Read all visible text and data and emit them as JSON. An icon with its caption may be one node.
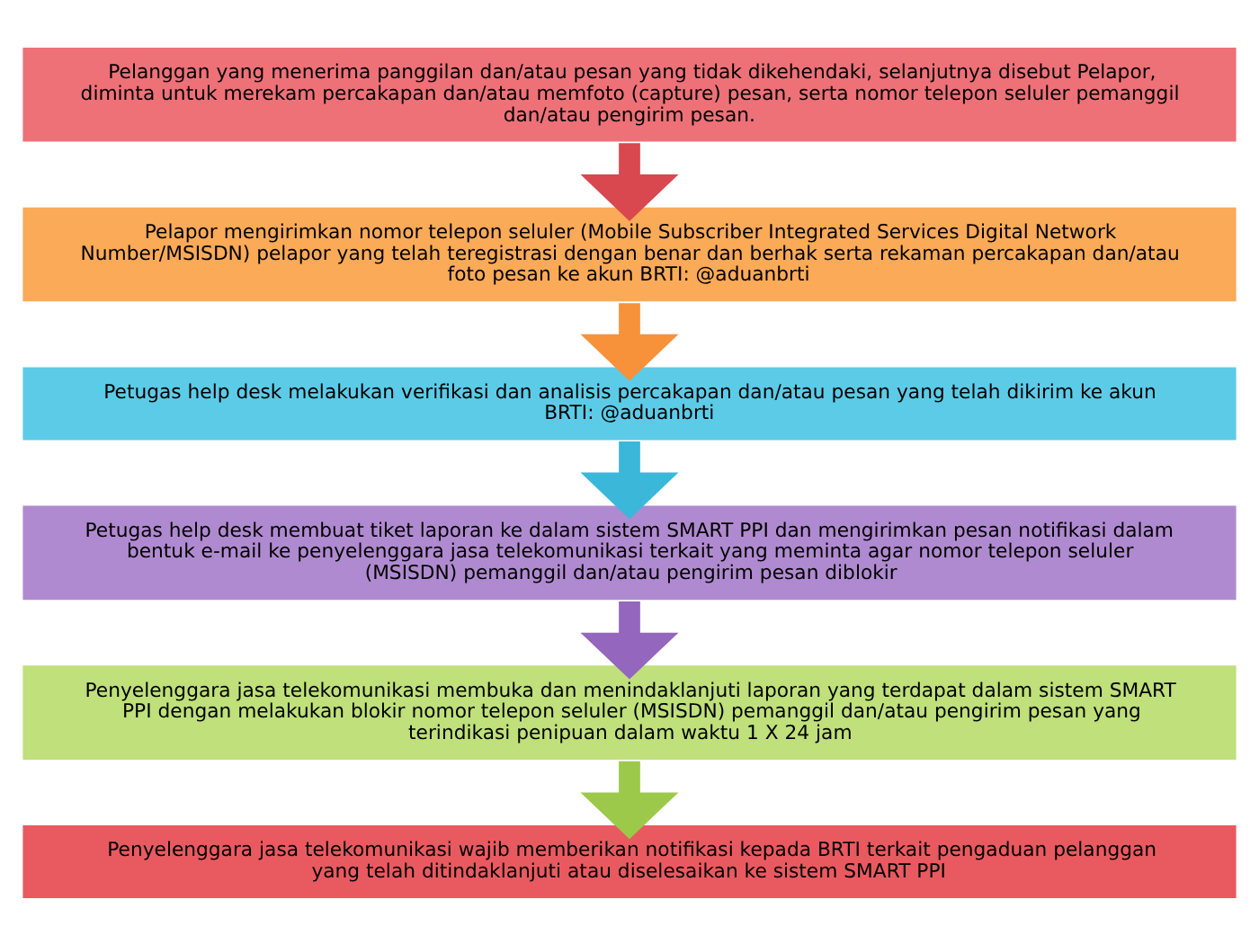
{
  "diagram": {
    "nodes": [
      {
        "text": [
          "Pelanggan yang menerima panggilan dan/atau pesan yang tidak dikehendaki, selanjutnya disebut Pelapor, diminta untuk merekam percakapan dan/atau memfoto (capture) pesan, serta nomor telepon seluler pemanggil dan/atau pengirim pesan."
        ]
      },
      {
        "text": [
          "Pelapor mengirimkan nomor telepon seluler (Mobile Subscriber Integrated Services Digital Network Number/MSISDN) pelapor yang telah teregistrasi dengan benar dan berhak serta rekaman percakapan dan/atau foto pesan ke akun BRTI: @aduanbrti"
        ]
      },
      {
        "text": [
          "Petugas help desk melakukan verifikasi dan analisis percakapan dan/atau pesan yang telah dikirim ke akun BRTI: @aduanbrti"
        ]
      },
      {
        "text": [
          "Petugas help desk membuat tiket laporan ke dalam sistem SMART PPI dan mengirimkan pesan notifikasi dalam bentuk e-mail ke penyelenggara jasa telekomunikasi terkait yang meminta agar nomor telepon seluler (MSISDN) pemanggil dan/atau pengirim pesan diblokir"
        ]
      },
      {
        "text": [
          "Penyelenggara jasa telekomunikasi membuka dan menindaklanjuti laporan yang terdapat dalam sistem SMART PPI dengan melakukan blokir nomor telepon seluler (MSISDN) pemanggil dan/atau pengirim pesan yang terindikasi penipuan dalam waktu 1 X 24 jam"
        ]
      },
      {
        "text": [
          "Penyelenggara jasa telekomunikasi wajib memberikan notifikasi kepada BRTI terkait pengaduan pelanggan yang telah ditindaklanjuti atau diselesaikan ke sistem SMART PPI"
        ]
      }
    ],
    "edges": [
      {
        "from": 0,
        "to": 1,
        "arrow": "to",
        "color": "#d9474f"
      },
      {
        "from": 1,
        "to": 2,
        "arrow": "to",
        "color": "#f7923a"
      },
      {
        "from": 2,
        "to": 3,
        "arrow": "to",
        "color": "#3bb8d9"
      },
      {
        "from": 3,
        "to": 4,
        "arrow": "to",
        "color": "#9466bd"
      },
      {
        "from": 4,
        "to": 5,
        "arrow": "to",
        "color": "#9cc94a"
      }
    ]
  }
}
